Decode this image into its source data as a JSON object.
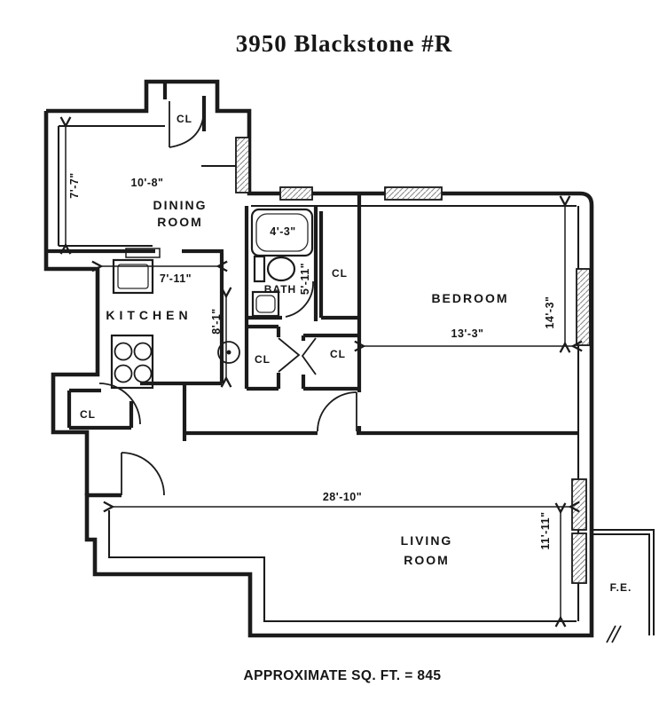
{
  "title": "3950 Blackstone #R",
  "footer": "APPROXIMATE SQ. FT. = 845",
  "labels": {
    "closet": "CL",
    "fire_escape": "F.E."
  },
  "rooms": {
    "dining": {
      "line1": "DINING",
      "line2": "ROOM",
      "width": "10'-8\"",
      "depth": "7'-7\""
    },
    "kitchen": {
      "name": "KITCHEN",
      "width": "7'-11\"",
      "depth": "8'-1\""
    },
    "bath": {
      "name": "BATH",
      "tub_width": "4'-3\"",
      "depth": "5'-11\""
    },
    "bedroom": {
      "name": "BEDROOM",
      "width": "13'-3\"",
      "depth": "14'-3\""
    },
    "living": {
      "line1": "LIVING",
      "line2": "ROOM",
      "width": "28'-10\"",
      "depth": "11'-11\""
    }
  },
  "ink_color": "#1b1b1b"
}
